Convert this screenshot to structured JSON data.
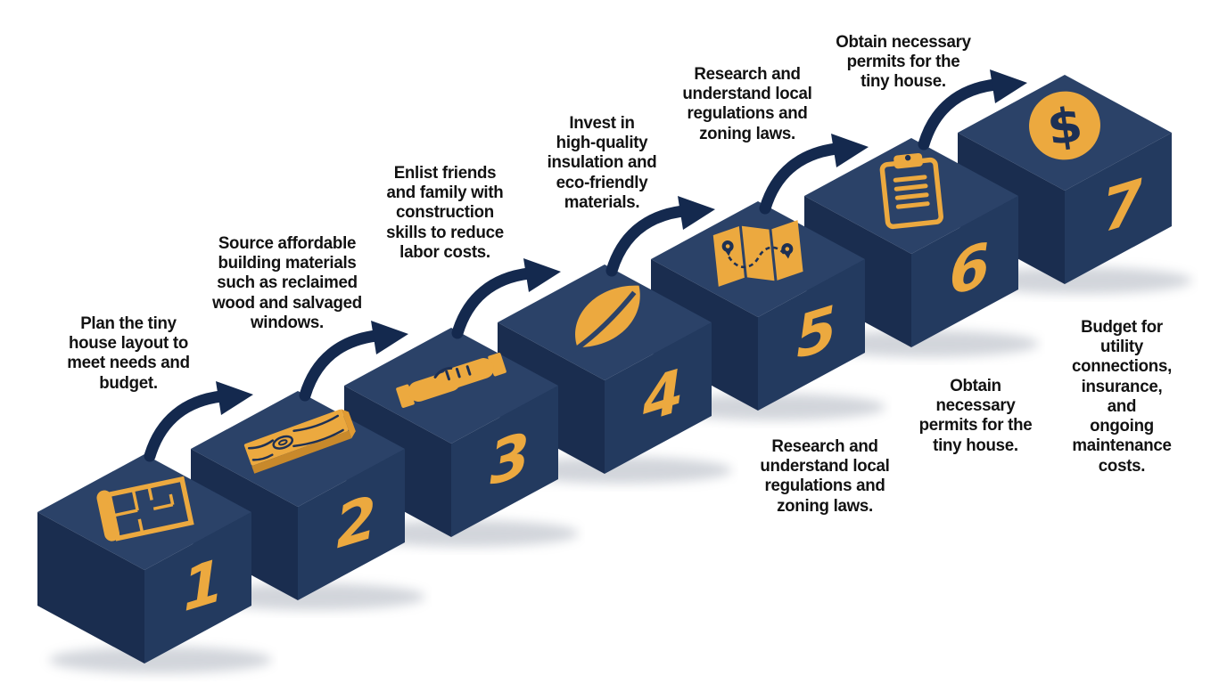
{
  "infographic": {
    "background": "#FFFFFF",
    "colors": {
      "cube_top": "#2B4268",
      "cube_left": "#1A2D4F",
      "cube_right": "#233A5F",
      "accent_gold": "#ECA93F",
      "arrow_navy": "#14294E",
      "label_text": "#121212"
    },
    "steps": [
      {
        "number": "1",
        "icon": "blueprint-icon",
        "label": "Plan the tiny\nhouse layout to\nmeet needs and\nbudget."
      },
      {
        "number": "2",
        "icon": "wood-plank-icon",
        "label": "Source affordable\nbuilding materials\nsuch as reclaimed\nwood and salvaged\nwindows."
      },
      {
        "number": "3",
        "icon": "handshake-icon",
        "label": "Enlist friends\nand family with\nconstruction\nskills to reduce\nlabor costs."
      },
      {
        "number": "4",
        "icon": "leaf-icon",
        "label": "Invest in\nhigh-quality\ninsulation and\neco-friendly\nmaterials."
      },
      {
        "number": "5",
        "icon": "map-icon",
        "label": "Research and\nunderstand local\nregulations and\nzoning laws."
      },
      {
        "number": "6",
        "icon": "clipboard-icon",
        "label": "Obtain necessary\npermits for the\ntiny house."
      },
      {
        "number": "7",
        "icon": "dollar-icon",
        "label": "Budget for utility\nconnections,\ninsurance, and\nongoing\nmaintenance\ncosts."
      }
    ],
    "repeated_labels": [
      {
        "for_step": "5",
        "label": "Research and\nunderstand local\nregulations and\nzoning laws."
      },
      {
        "for_step": "6",
        "label": "Obtain\nnecessary\npermits for the\ntiny house."
      }
    ],
    "icons": {
      "dollar_glyph": "$"
    }
  }
}
